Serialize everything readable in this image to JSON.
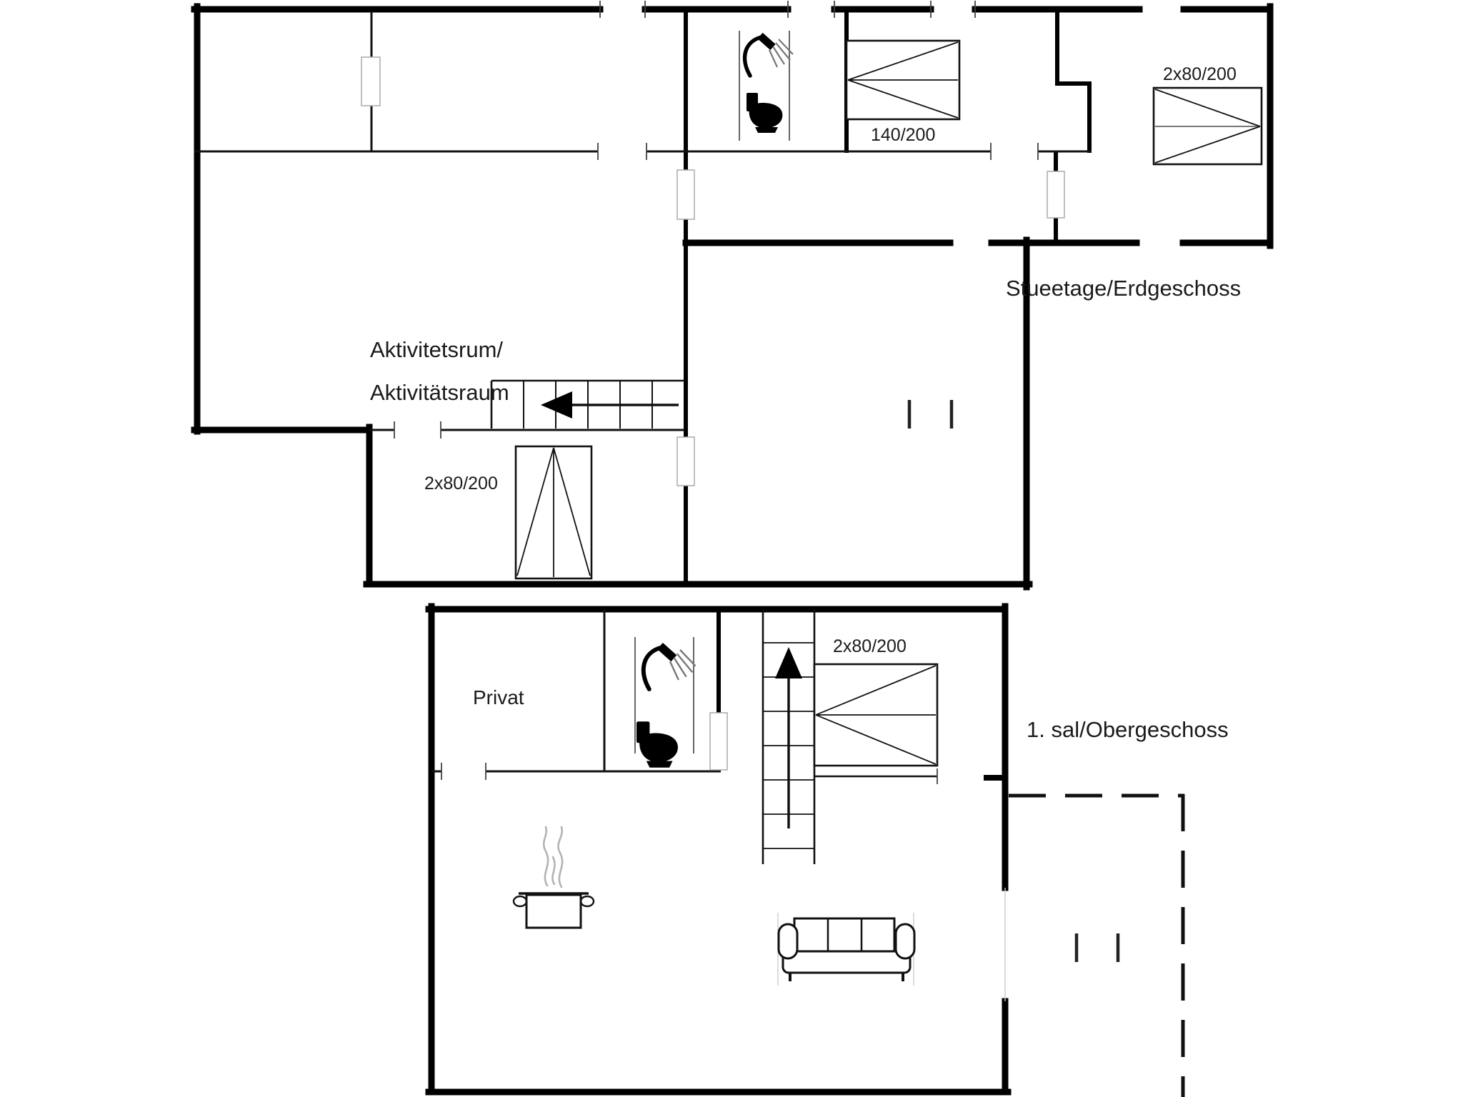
{
  "colors": {
    "wall": "#000000",
    "background": "#ffffff"
  },
  "ground_floor": {
    "floor_label": "Stueetage/Erdgeschoss",
    "room_label_line1": "Aktivitetsrum/",
    "room_label_line2": "Aktivitätsraum",
    "bed_double_label": "140/200",
    "bed_twin_right_label": "2x80/200",
    "bed_twin_entry_label": "2x80/200"
  },
  "first_floor": {
    "floor_label": "1. sal/Obergeschoss",
    "private_room_label": "Privat",
    "bed_twin_label": "2x80/200"
  },
  "icons": {
    "shower": "shower-icon",
    "toilet": "toilet-icon",
    "cooking_pot": "cooking-pot-icon",
    "sofa": "sofa-icon",
    "stairs_up": "arrow-up-icon",
    "stairs_down": "arrow-left-icon"
  }
}
